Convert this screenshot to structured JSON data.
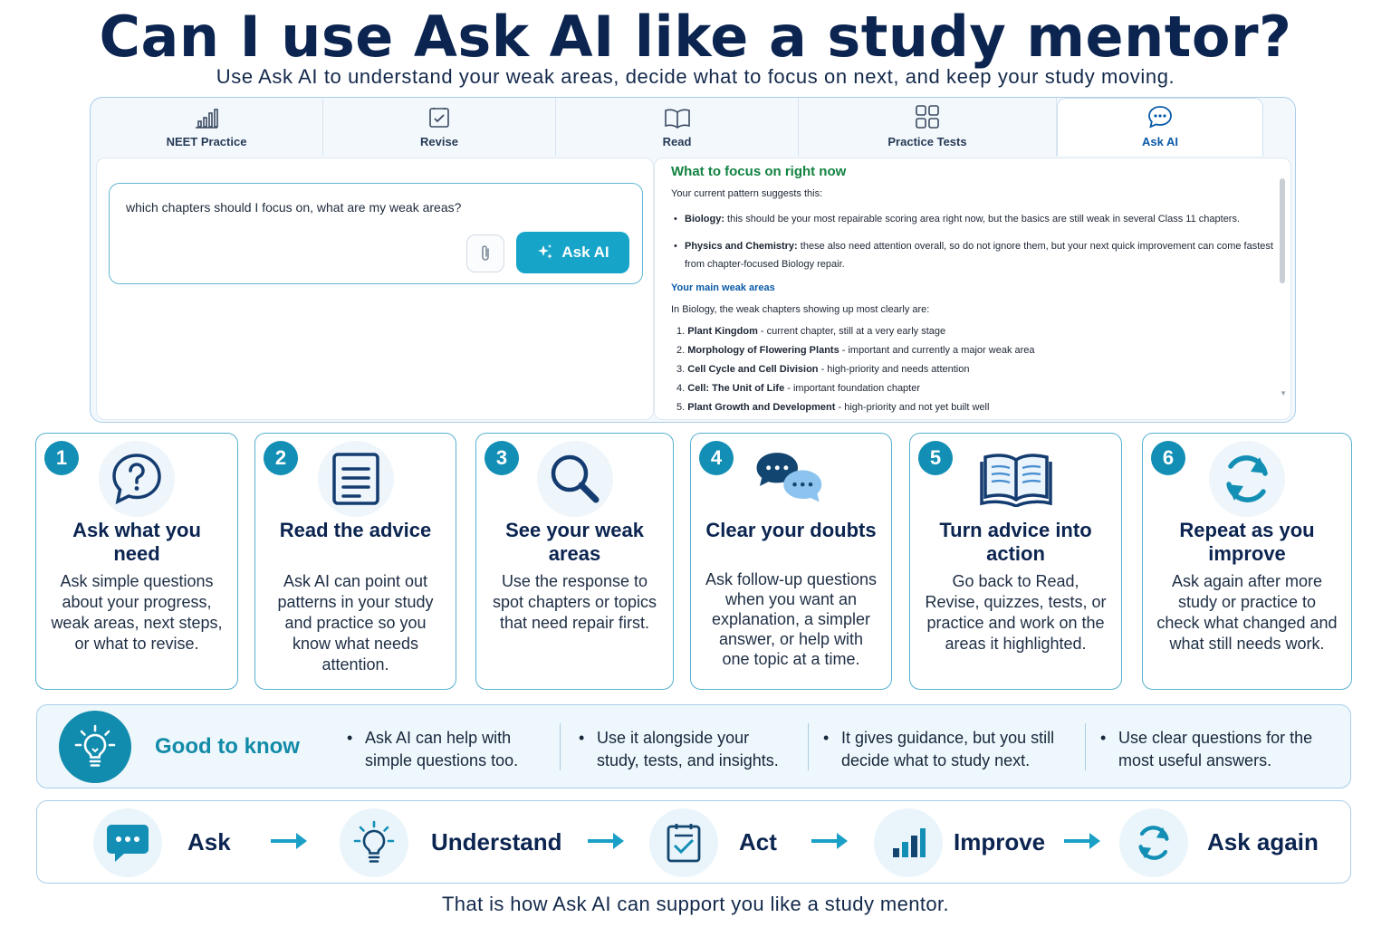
{
  "header": {
    "title": "Can I use Ask AI like a study mentor?",
    "subtitle": "Use Ask AI to understand your weak areas, decide what to focus on next, and keep your study moving."
  },
  "tabs": [
    {
      "label": "NEET Practice",
      "icon": "bar-chart-icon"
    },
    {
      "label": "Revise",
      "icon": "checklist-icon"
    },
    {
      "label": "Read",
      "icon": "book-icon"
    },
    {
      "label": "Practice Tests",
      "icon": "grid-icon"
    },
    {
      "label": "Ask AI",
      "icon": "chat-icon",
      "active": true
    }
  ],
  "query": {
    "text": "which chapters should I focus on, what are my weak areas?",
    "button_label": "Ask AI"
  },
  "response": {
    "heading": "What to focus on right now",
    "intro": "Your current pattern suggests this:",
    "bullets": [
      {
        "bold": "Biology:",
        "text": " this should be your most repairable scoring area right now, but the basics are still weak in several Class 11 chapters."
      },
      {
        "bold": "Physics and Chemistry:",
        "text": " these also need attention overall, so do not ignore them, but your next quick improvement can come fastest from chapter-focused Biology repair."
      }
    ],
    "subheading": "Your main weak areas",
    "sub_intro": "In Biology, the weak chapters showing up most clearly are:",
    "chapters": [
      {
        "n": "1.",
        "bold": "Plant Kingdom",
        "text": " - current chapter, still at a very early stage"
      },
      {
        "n": "2.",
        "bold": "Morphology of Flowering Plants",
        "text": " - important and currently a major weak area"
      },
      {
        "n": "3.",
        "bold": "Cell Cycle and Cell Division",
        "text": " - high-priority and needs attention"
      },
      {
        "n": "4.",
        "bold": "Cell: The Unit of Life",
        "text": " - important foundation chapter"
      },
      {
        "n": "5.",
        "bold": "Plant Growth and Development",
        "text": " - high-priority and not yet built well"
      }
    ]
  },
  "steps": [
    {
      "num": "1",
      "title": "Ask what you need",
      "desc": "Ask simple questions about your progress, weak areas, next steps, or what to revise.",
      "icon": "question-bubble-icon"
    },
    {
      "num": "2",
      "title": "Read the advice",
      "desc": "Ask AI can point out patterns in your study and practice so you know what needs attention.",
      "icon": "document-icon"
    },
    {
      "num": "3",
      "title": "See your weak areas",
      "desc": "Use the response to spot chapters or topics that need repair first.",
      "icon": "magnifier-icon"
    },
    {
      "num": "4",
      "title": "Clear your doubts",
      "desc": "Ask follow-up questions when you want an explanation, a simpler answer, or help with one topic at a time.",
      "icon": "chat-bubbles-icon"
    },
    {
      "num": "5",
      "title": "Turn advice into action",
      "desc": "Go back to Read, Revise, quizzes, tests, or practice and work on the areas it highlighted.",
      "icon": "open-book-icon"
    },
    {
      "num": "6",
      "title": "Repeat as you improve",
      "desc": "Ask again after more study or practice to check what changed and what still needs work.",
      "icon": "refresh-icon"
    }
  ],
  "good_to_know": {
    "title": "Good to know",
    "items": [
      "Ask AI can help with simple questions too.",
      "Use it alongside your study, tests, and insights.",
      "It gives guidance, but you still decide what to study next.",
      "Use clear questions for the most useful answers."
    ]
  },
  "flow": [
    {
      "label": "Ask",
      "icon": "chat-icon"
    },
    {
      "label": "Understand",
      "icon": "lightbulb-icon"
    },
    {
      "label": "Act",
      "icon": "checklist-icon"
    },
    {
      "label": "Improve",
      "icon": "bar-chart-icon"
    },
    {
      "label": "Ask again",
      "icon": "refresh-icon"
    }
  ],
  "footer": "That is how Ask AI can support you like a study mentor.",
  "colors": {
    "navy": "#0b2450",
    "teal": "#138fb5",
    "green": "#128241",
    "blue": "#0a5aa8"
  }
}
